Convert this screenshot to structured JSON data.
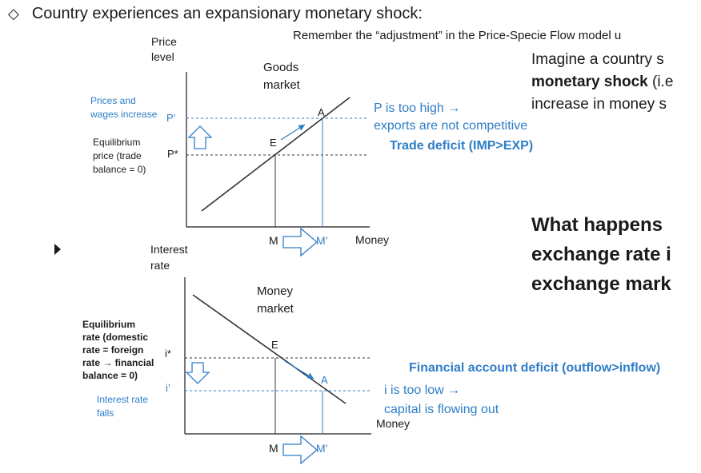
{
  "slide": {
    "title": "Country experiences an expansionary monetary shock:",
    "remember": "Remember the “adjustment” in the Price-Specie Flow model u",
    "imagine_line1": "Imagine a country s",
    "imagine_line2_bold": "monetary shock",
    "imagine_line2_rest": " (i.e",
    "imagine_line3": "increase in money s",
    "question_line1": "What happens",
    "question_line2": "exchange rate i",
    "question_line3": "exchange mark"
  },
  "goods": {
    "y_axis_line1": "Price",
    "y_axis_line2": "level",
    "market_line1": "Goods",
    "market_line2": "market",
    "x_axis": "Money",
    "p_prime": "P’",
    "p_star": "P*",
    "point_e": "E",
    "point_a": "A",
    "m": "M",
    "m_prime": "M’",
    "rise_line1": "Prices and",
    "rise_line2": "wages increase",
    "eq_line1": "Equilibrium",
    "eq_line2": "price (trade",
    "eq_line3": "balance = 0)",
    "high_line1": "P is too high →",
    "high_line2": "exports are not competitive",
    "deficit": "Trade deficit (IMP>EXP)"
  },
  "money": {
    "y_axis_line1": "Interest",
    "y_axis_line2": "rate",
    "market_line1": "Money",
    "market_line2": "market",
    "x_axis": "Money",
    "i_star": "i*",
    "i_prime": "i’",
    "point_e": "E",
    "point_a": "A",
    "m": "M",
    "m_prime": "M’",
    "eq_line1": "Equilibrium",
    "eq_line2": "rate (domestic",
    "eq_line3": "rate = foreign",
    "eq_line4": "rate → financial",
    "eq_line5": "balance = 0)",
    "fall_line1": "Interest rate",
    "fall_line2": "falls",
    "deficit": "Financial account deficit (outflow>inflow)",
    "low_line1": "i is too low →",
    "low_line2": "capital is flowing out"
  },
  "colors": {
    "accent_blue": "#2f7ec7",
    "dark": "#1a1a1a"
  }
}
